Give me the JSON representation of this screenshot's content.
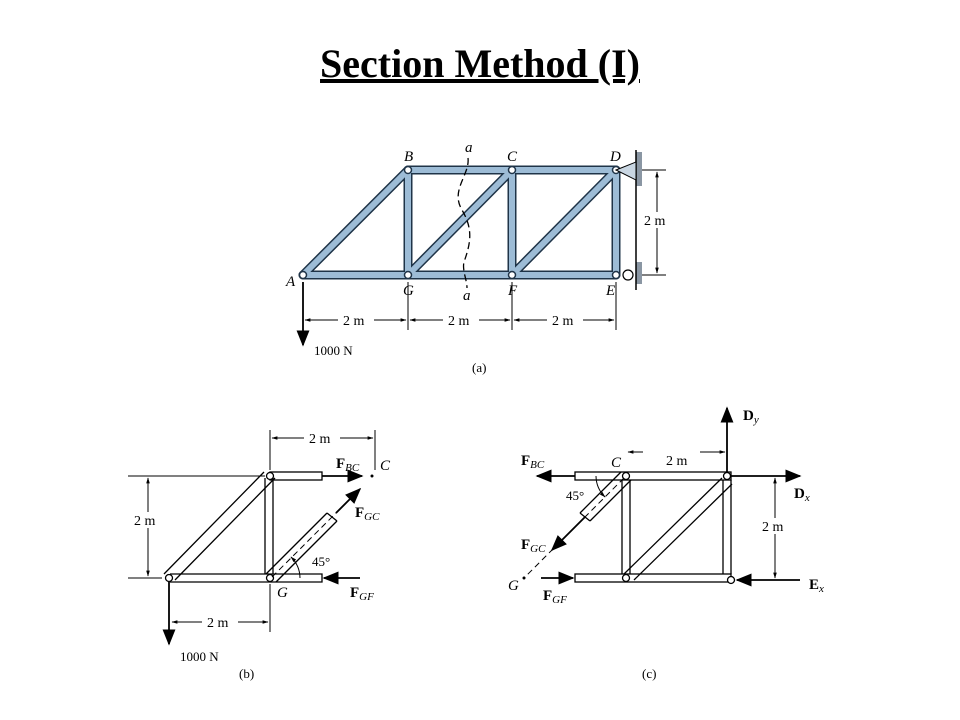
{
  "title": "Section Method (I)",
  "fig_a": {
    "caption": "(a)",
    "nodes": {
      "A": "A",
      "B": "B",
      "C": "C",
      "D": "D",
      "E": "E",
      "F": "F",
      "G": "G"
    },
    "section_top": "a",
    "section_bottom": "a",
    "dims": [
      "2 m",
      "2 m",
      "2 m"
    ],
    "height": "2 m",
    "load": "1000 N"
  },
  "fig_b": {
    "caption": "(b)",
    "top_dim": "2 m",
    "left_dim": "2 m",
    "bottom_dim": "2 m",
    "load": "1000 N",
    "node_C": "C",
    "node_G": "G",
    "angle": "45°",
    "fbc": {
      "main": "F",
      "sub": "BC"
    },
    "fgc": {
      "main": "F",
      "sub": "GC"
    },
    "fgf": {
      "main": "F",
      "sub": "GF"
    }
  },
  "fig_c": {
    "caption": "(c)",
    "top_dim": "2 m",
    "right_dim": "2 m",
    "node_C": "C",
    "node_G": "G",
    "angle": "45°",
    "fbc": {
      "main": "F",
      "sub": "BC"
    },
    "fgc": {
      "main": "F",
      "sub": "GC"
    },
    "fgf": {
      "main": "F",
      "sub": "GF"
    },
    "dy": {
      "main": "D",
      "sub": "y"
    },
    "dx": {
      "main": "D",
      "sub": "x"
    },
    "ex": {
      "main": "E",
      "sub": "x"
    }
  }
}
